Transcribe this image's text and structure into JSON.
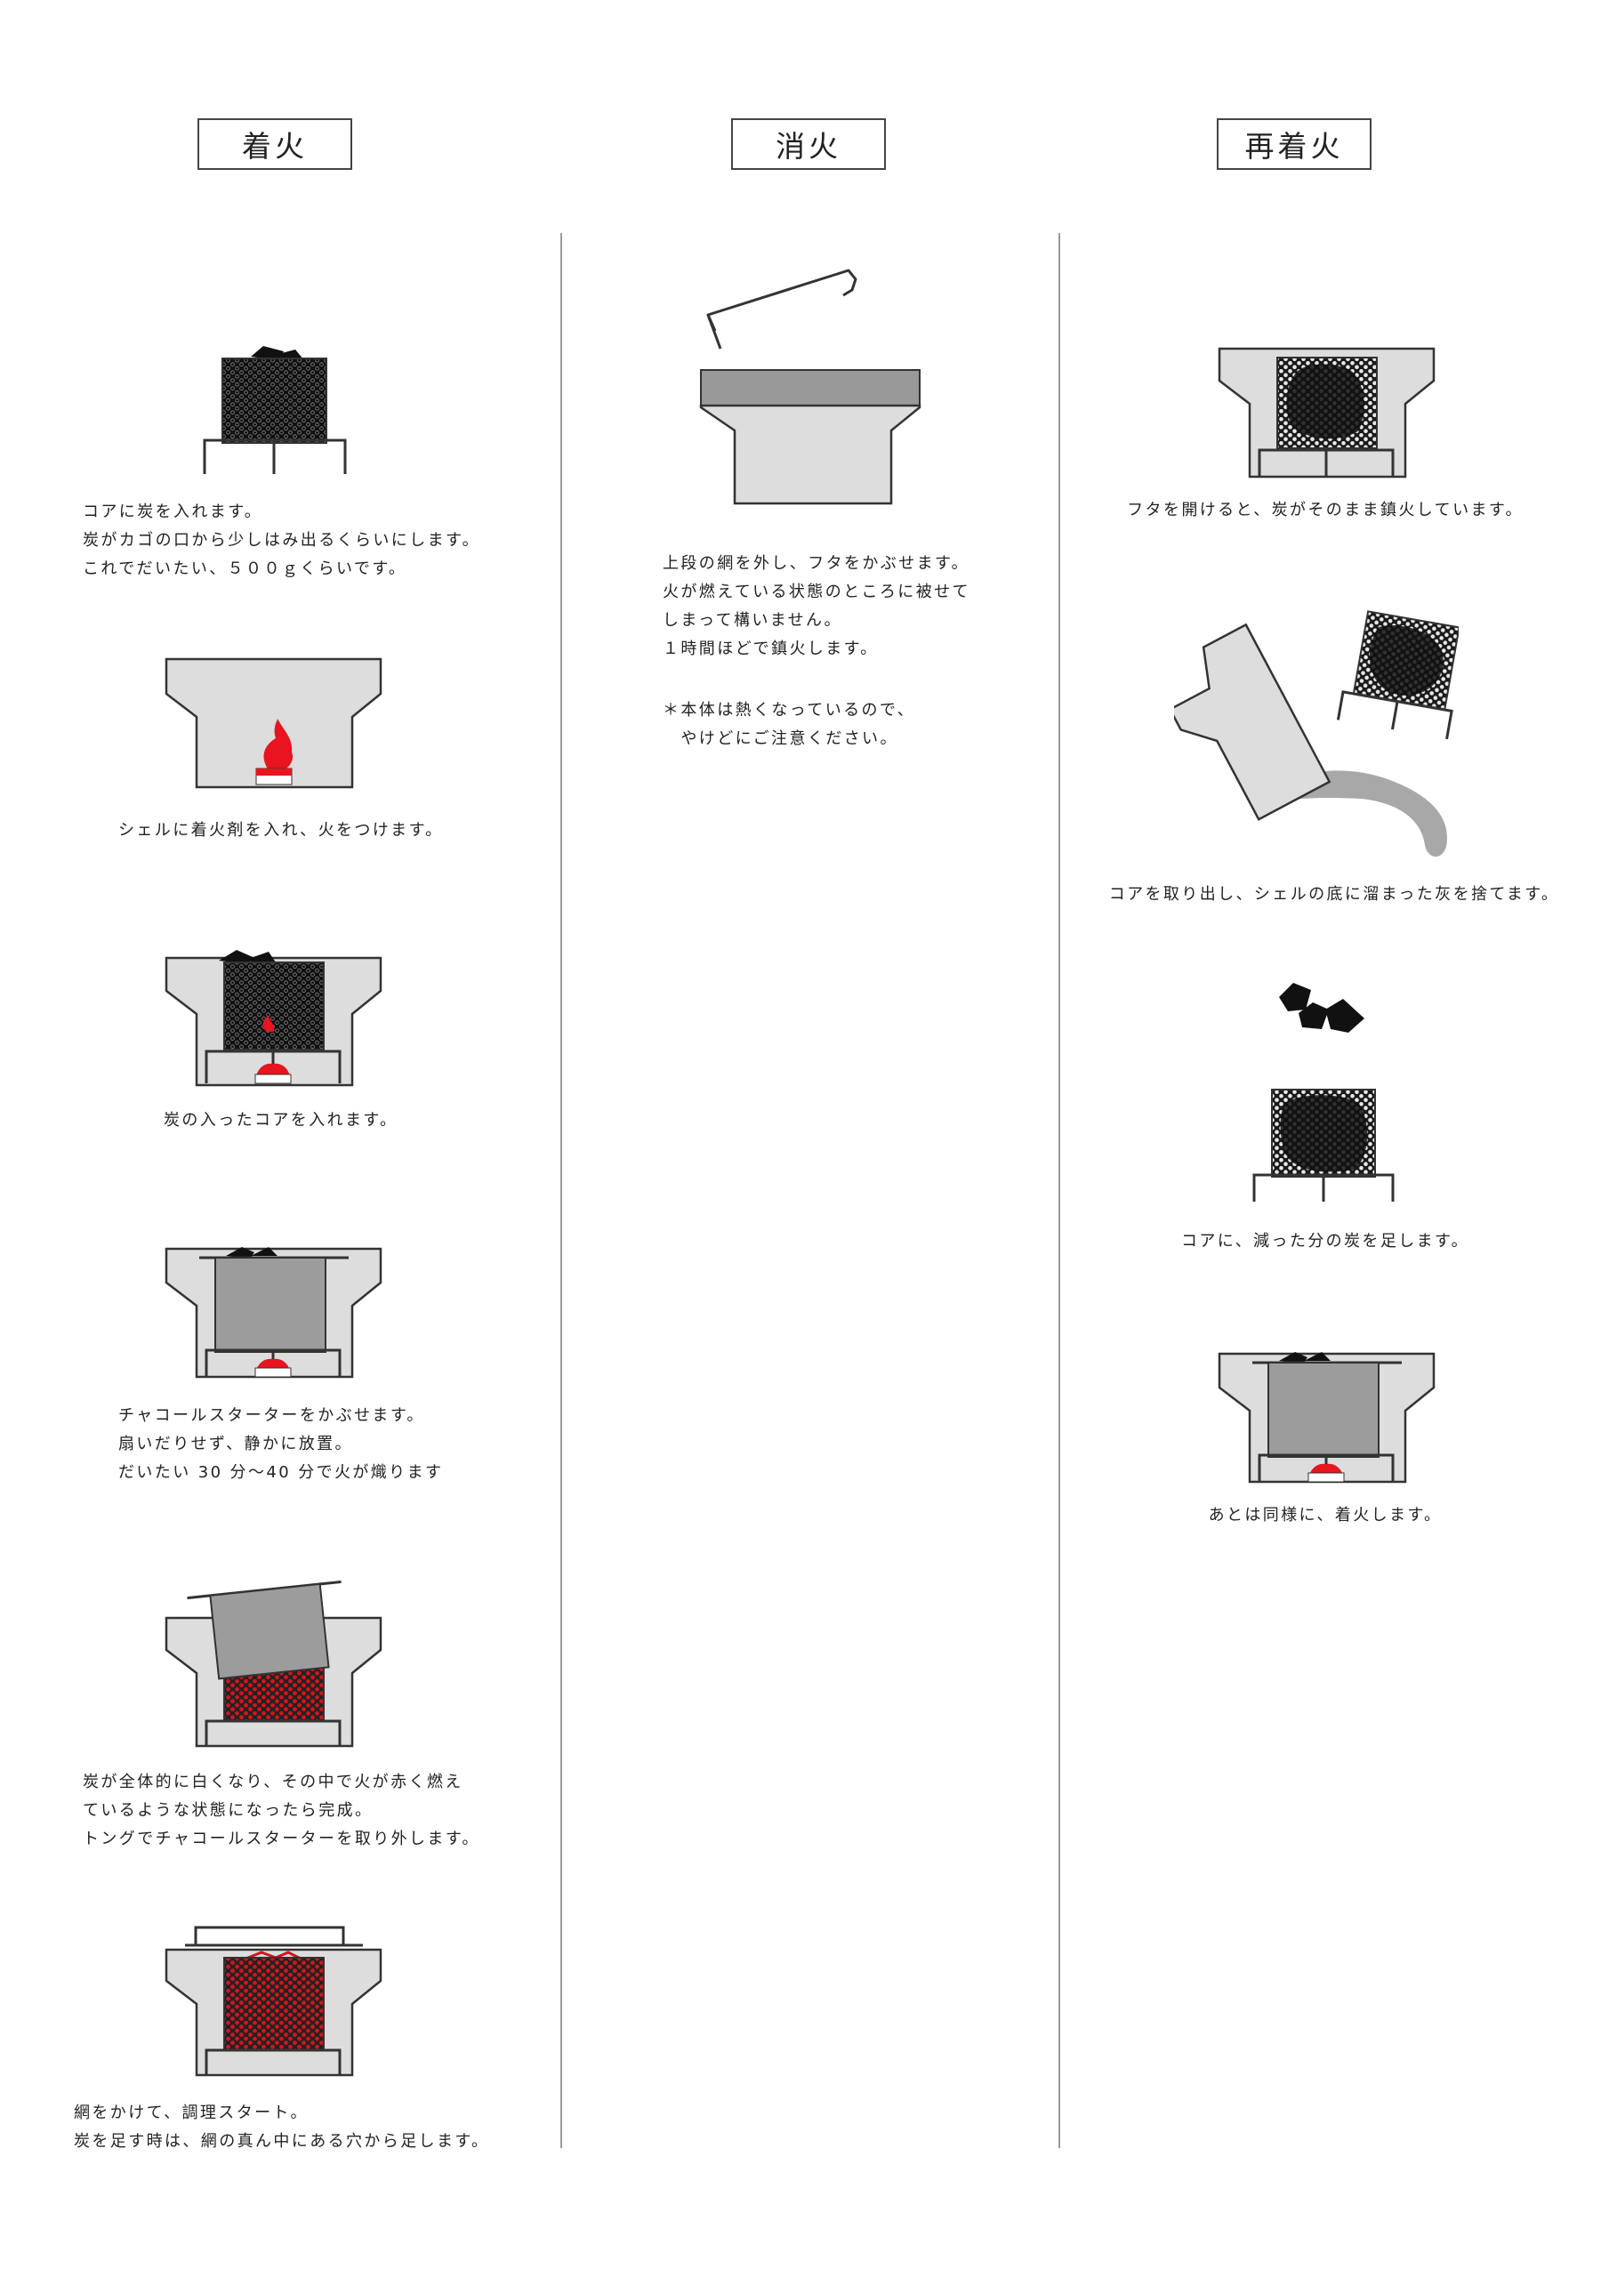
{
  "columns": {
    "ignition": {
      "title": "着火",
      "steps": [
        {
          "lines": [
            "コアに炭を入れます。",
            "炭がカゴの口から少しはみ出るくらいにします。",
            "これでだいたい、５００ｇくらいです。"
          ]
        },
        {
          "lines": [
            "シェルに着火剤を入れ、火をつけます。"
          ]
        },
        {
          "lines": [
            "炭の入ったコアを入れます。"
          ]
        },
        {
          "lines": [
            "チャコールスターターをかぶせます。",
            "扇いだりせず、静かに放置。",
            "だいたい 30 分〜40 分で火が熾ります"
          ]
        },
        {
          "lines": [
            "炭が全体的に白くなり、その中で火が赤く燃え",
            "ているような状態になったら完成。",
            "トングでチャコールスターターを取り外します。"
          ]
        },
        {
          "lines": [
            "網をかけて、調理スタート。",
            "炭を足す時は、網の真ん中にある穴から足します。"
          ]
        }
      ]
    },
    "extinguish": {
      "title": "消火",
      "steps": [
        {
          "lines": [
            "上段の網を外し、フタをかぶせます。",
            "火が燃えている状態のところに被せて",
            "しまって構いません。",
            "１時間ほどで鎮火します。"
          ]
        },
        {
          "lines": [
            "＊本体は熱くなっているので、",
            "　やけどにご注意ください。"
          ]
        }
      ]
    },
    "reignite": {
      "title": "再着火",
      "steps": [
        {
          "lines": [
            "フタを開けると、炭がそのまま鎮火しています。"
          ]
        },
        {
          "lines": [
            "コアを取り出し、シェルの底に溜まった灰を捨てます。"
          ]
        },
        {
          "lines": [
            "コアに、減った分の炭を足します。"
          ]
        },
        {
          "lines": [
            "あとは同様に、着火します。"
          ]
        }
      ]
    }
  },
  "colors": {
    "shell": "#dddddd",
    "line": "#333333",
    "charcoal": "#111111",
    "flame": "#e8141f",
    "starter": "#9c9c9c",
    "lid_top": "#999999",
    "ash": "#a8a8a8"
  }
}
